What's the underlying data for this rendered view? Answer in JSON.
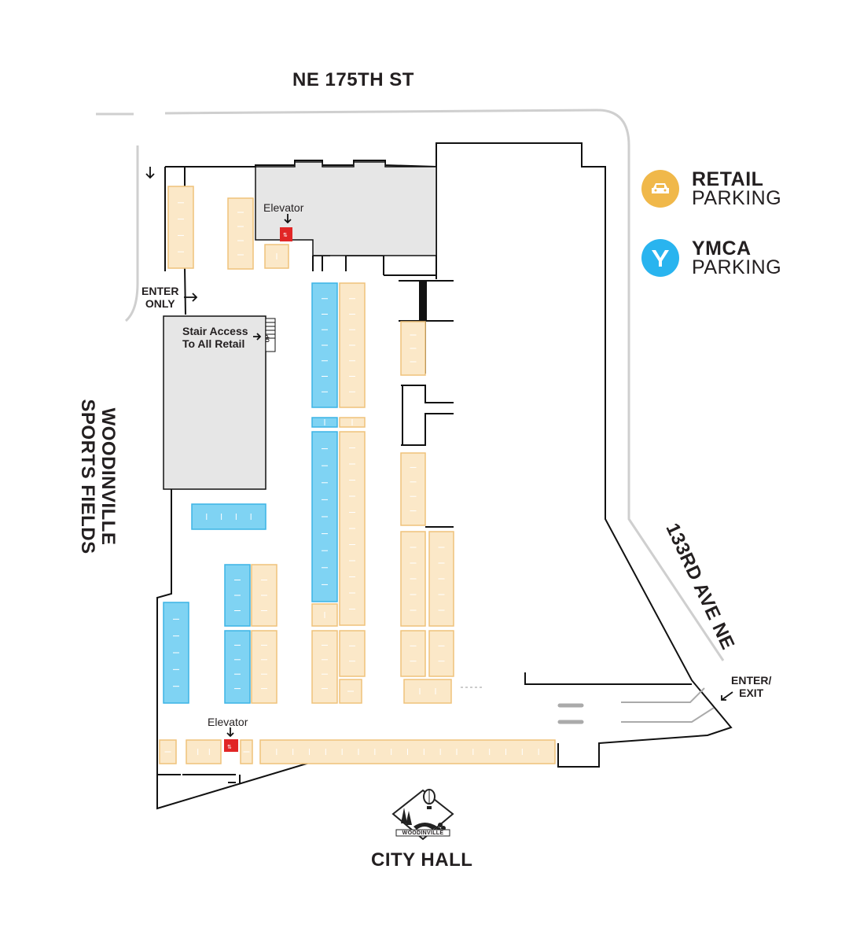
{
  "streets": {
    "north": "NE 175TH ST",
    "east": "133RD AVE NE",
    "west_line1": "WOODINVILLE",
    "west_line2": "SPORTS FIELDS"
  },
  "labels": {
    "enter_only_line1": "ENTER",
    "enter_only_line2": "ONLY",
    "elevator_top": "Elevator",
    "elevator_bottom": "Elevator",
    "stair_line1": "Stair Access",
    "stair_line2": "To All Retail",
    "stair_up": "UP",
    "enter_exit_line1": "ENTER/",
    "enter_exit_line2": "EXIT",
    "city_hall": "CITY HALL",
    "logo_text": "WOODINVILLE"
  },
  "legend": [
    {
      "title": "RETAIL",
      "subtitle": "PARKING",
      "color": "#f0b84a",
      "icon": "car-icon"
    },
    {
      "title": "YMCA",
      "subtitle": "PARKING",
      "color": "#29b4ef",
      "icon": "ymca-logo-icon"
    }
  ],
  "colors": {
    "retail_fill": "#fbe8c8",
    "retail_stroke": "#efc27a",
    "ymca_fill": "#7fd3f3",
    "ymca_stroke": "#3cb4e5",
    "building_fill": "#e6e6e6",
    "elevator": "#e12626"
  }
}
